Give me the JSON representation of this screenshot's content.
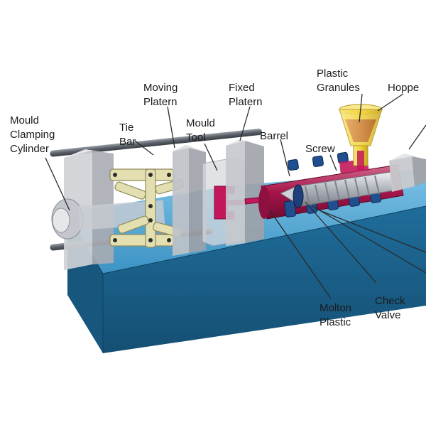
{
  "labels": {
    "mould_clamping_cylinder": [
      "Mould",
      "Clamping",
      "Cylinder"
    ],
    "tie_bar": [
      "Tie",
      "Bar"
    ],
    "moving_platern": [
      "Moving",
      "Platern"
    ],
    "mould_tool": [
      "Mould",
      "Tool"
    ],
    "fixed_platern": [
      "Fixed",
      "Platern"
    ],
    "barrel": [
      "Barrel"
    ],
    "screw": [
      "Screw"
    ],
    "plastic_granules": [
      "Plastic",
      "Granules"
    ],
    "hopper": [
      "Hoppe"
    ],
    "molton_plastic": [
      "Molton",
      "Plastic"
    ],
    "check_valve": [
      "Check",
      "Valve"
    ]
  },
  "colors": {
    "base": "#2a7fb0",
    "base_top": "#57a9d6",
    "base_side": "#1b5f86",
    "frame": "#c8c8cc",
    "frame_dark": "#9a9aa2",
    "toggle": "#e3dfb0",
    "molten": "#c2185b",
    "hopper": "#f2d33a",
    "granules": "#d98c45",
    "screw": "#b8bcc4",
    "check_valve": "#1f3f7a"
  }
}
